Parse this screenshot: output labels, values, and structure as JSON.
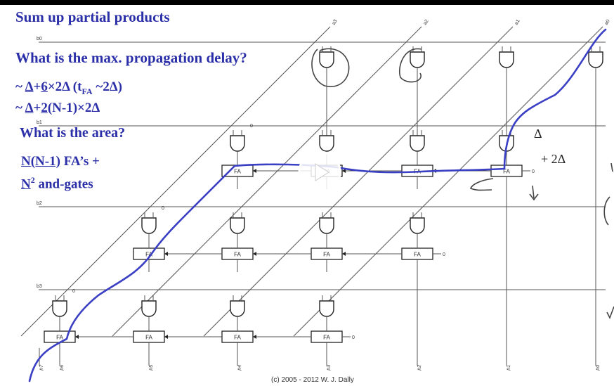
{
  "slide": {
    "title": "Sum up partial products",
    "question_delay": "What is the max. propagation delay?",
    "delay_line1": {
      "prefix": "~ ",
      "a": "Δ",
      "b": "+",
      "c": "6",
      "d": "×2Δ  (t",
      "sub": "FA",
      "e": " ~2Δ)"
    },
    "delay_line2": {
      "prefix": "~ ",
      "a": "Δ",
      "b": "+",
      "c": "2",
      "d": "(N-1)×2Δ"
    },
    "question_area": "What is the area?",
    "area_line1": {
      "a": "N",
      "b": "(N-1)",
      "c": " FA’s +"
    },
    "area_line2": {
      "a": "N",
      "sup": "2",
      "b": " and-gates"
    },
    "copyright": "(c) 2005 - 2012  W. J. Dally"
  },
  "diagram": {
    "adder_label": "FA",
    "zero_label": "0",
    "row_labels": [
      "b0",
      "b1",
      "b2",
      "b3"
    ],
    "column_labels": [
      "a3",
      "a2",
      "a1",
      "a0"
    ],
    "output_labels": [
      "p7",
      "p6",
      "p5",
      "p4",
      "p3",
      "p2",
      "p1",
      "p0"
    ],
    "annotations": {
      "delta": "Δ",
      "plus_2delta": "+ 2Δ"
    }
  },
  "colors": {
    "text": "#2b2fa8",
    "ink": "#3a3fc4",
    "lines": "#555555"
  }
}
